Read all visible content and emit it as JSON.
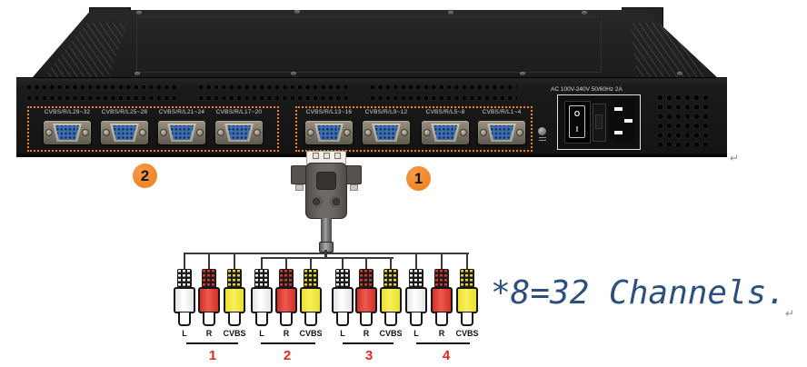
{
  "device": {
    "power_label": "AC 100V-240V 50/60Hz 2A",
    "switch_off": "O",
    "switch_on": "I",
    "port_groups": [
      {
        "badge": "2",
        "ports": [
          {
            "label": "CVBS/R/L29~32"
          },
          {
            "label": "CVBS/R/L25~28"
          },
          {
            "label": "CVBS/R/L21~24"
          },
          {
            "label": "CVBS/R/L17~20"
          }
        ]
      },
      {
        "badge": "1",
        "ports": [
          {
            "label": "CVBS/R/L13~16"
          },
          {
            "label": "CVBS/R/L9~12"
          },
          {
            "label": "CVBS/R/L5~8"
          },
          {
            "label": "CVBS/R/L1~4"
          }
        ]
      }
    ]
  },
  "breakout": {
    "groups": [
      {
        "number": "1",
        "plugs": [
          {
            "label": "L",
            "color": "white"
          },
          {
            "label": "R",
            "color": "red"
          },
          {
            "label": "CVBS",
            "color": "yellow"
          }
        ]
      },
      {
        "number": "2",
        "plugs": [
          {
            "label": "L",
            "color": "white"
          },
          {
            "label": "R",
            "color": "red"
          },
          {
            "label": "CVBS",
            "color": "yellow"
          }
        ]
      },
      {
        "number": "3",
        "plugs": [
          {
            "label": "L",
            "color": "white"
          },
          {
            "label": "R",
            "color": "red"
          },
          {
            "label": "CVBS",
            "color": "yellow"
          }
        ]
      },
      {
        "number": "4",
        "plugs": [
          {
            "label": "L",
            "color": "white"
          },
          {
            "label": "R",
            "color": "red"
          },
          {
            "label": "CVBS",
            "color": "yellow"
          }
        ]
      }
    ]
  },
  "annotation": {
    "text": "*8=32 Channels.",
    "return_mark": "↵"
  },
  "colors": {
    "accent_orange": "#ee7e1a",
    "dashed_border": "#ef8020",
    "annotation_blue": "#2b4f7e",
    "group_number_red": "#e6251d",
    "rca_white": "#ffffff",
    "rca_red": "#ee5a4e",
    "rca_yellow": "#f8f05a",
    "dsub_blue": "#3e6db0"
  }
}
